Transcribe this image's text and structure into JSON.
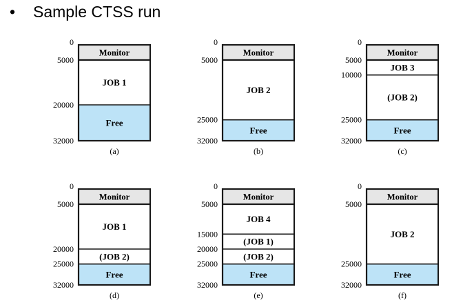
{
  "title": {
    "bullet": "•",
    "text": "Sample CTSS run"
  },
  "colors": {
    "monitor": "#e6e6e6",
    "free": "#bde3f7",
    "border": "#1a1a1a"
  },
  "memory_total": 32000,
  "diagrams": [
    {
      "caption": "(a)",
      "ticks": [
        "0",
        "5000",
        "20000",
        "32000"
      ],
      "blocks": [
        {
          "label": "Monitor",
          "start": 0,
          "end": 5000,
          "kind": "monitor"
        },
        {
          "label": "JOB 1",
          "start": 5000,
          "end": 20000,
          "kind": "job"
        },
        {
          "label": "Free",
          "start": 20000,
          "end": 32000,
          "kind": "free"
        }
      ]
    },
    {
      "caption": "(b)",
      "ticks": [
        "0",
        "5000",
        "25000",
        "32000"
      ],
      "blocks": [
        {
          "label": "Monitor",
          "start": 0,
          "end": 5000,
          "kind": "monitor"
        },
        {
          "label": "JOB 2",
          "start": 5000,
          "end": 25000,
          "kind": "job"
        },
        {
          "label": "Free",
          "start": 25000,
          "end": 32000,
          "kind": "free"
        }
      ]
    },
    {
      "caption": "(c)",
      "ticks": [
        "0",
        "5000",
        "10000",
        "25000",
        "32000"
      ],
      "blocks": [
        {
          "label": "Monitor",
          "start": 0,
          "end": 5000,
          "kind": "monitor"
        },
        {
          "label": "JOB 3",
          "start": 5000,
          "end": 10000,
          "kind": "job"
        },
        {
          "label": "(JOB 2)",
          "start": 10000,
          "end": 25000,
          "kind": "job"
        },
        {
          "label": "Free",
          "start": 25000,
          "end": 32000,
          "kind": "free"
        }
      ]
    },
    {
      "caption": "(d)",
      "ticks": [
        "0",
        "5000",
        "20000",
        "25000",
        "32000"
      ],
      "blocks": [
        {
          "label": "Monitor",
          "start": 0,
          "end": 5000,
          "kind": "monitor"
        },
        {
          "label": "JOB 1",
          "start": 5000,
          "end": 20000,
          "kind": "job"
        },
        {
          "label": "(JOB 2)",
          "start": 20000,
          "end": 25000,
          "kind": "job"
        },
        {
          "label": "Free",
          "start": 25000,
          "end": 32000,
          "kind": "free"
        }
      ]
    },
    {
      "caption": "(e)",
      "ticks": [
        "0",
        "5000",
        "15000",
        "20000",
        "25000",
        "32000"
      ],
      "blocks": [
        {
          "label": "Monitor",
          "start": 0,
          "end": 5000,
          "kind": "monitor"
        },
        {
          "label": "JOB 4",
          "start": 5000,
          "end": 15000,
          "kind": "job"
        },
        {
          "label": "(JOB 1)",
          "start": 15000,
          "end": 20000,
          "kind": "job"
        },
        {
          "label": "(JOB 2)",
          "start": 20000,
          "end": 25000,
          "kind": "job"
        },
        {
          "label": "Free",
          "start": 25000,
          "end": 32000,
          "kind": "free"
        }
      ]
    },
    {
      "caption": "(f)",
      "ticks": [
        "0",
        "5000",
        "25000",
        "32000"
      ],
      "blocks": [
        {
          "label": "Monitor",
          "start": 0,
          "end": 5000,
          "kind": "monitor"
        },
        {
          "label": "JOB 2",
          "start": 5000,
          "end": 25000,
          "kind": "job"
        },
        {
          "label": "Free",
          "start": 25000,
          "end": 32000,
          "kind": "free"
        }
      ]
    }
  ]
}
